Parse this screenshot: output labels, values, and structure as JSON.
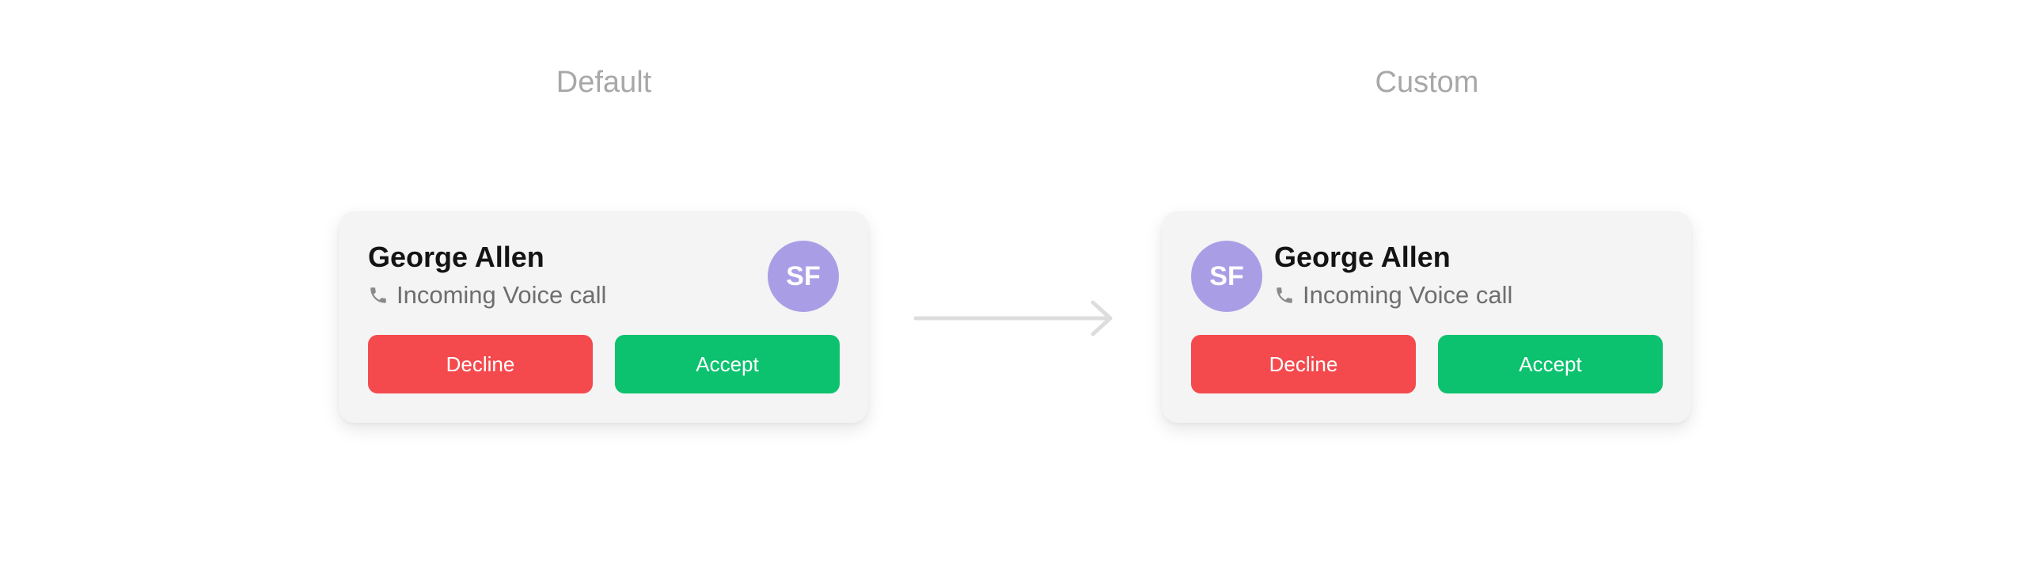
{
  "sections": {
    "default_title": "Default",
    "custom_title": "Custom"
  },
  "default_card": {
    "caller_name": "George Allen",
    "call_type": "Incoming Voice call",
    "avatar_initials": "SF",
    "decline_label": "Decline",
    "accept_label": "Accept"
  },
  "custom_card": {
    "caller_name": "George Allen",
    "call_type": "Incoming Voice call",
    "avatar_initials": "SF",
    "decline_label": "Decline",
    "accept_label": "Accept"
  },
  "icons": {
    "phone": "phone-icon",
    "transition": "arrow-right-icon"
  },
  "colors": {
    "background": "#ffffff",
    "card_background": "#f4f4f4",
    "title_gray": "#a8a8a8",
    "avatar": "#a99ee6",
    "decline": "#f44a4e",
    "accept": "#0cc26f",
    "subtitle_gray": "#6e6e6e",
    "arrow": "#dddddd"
  }
}
